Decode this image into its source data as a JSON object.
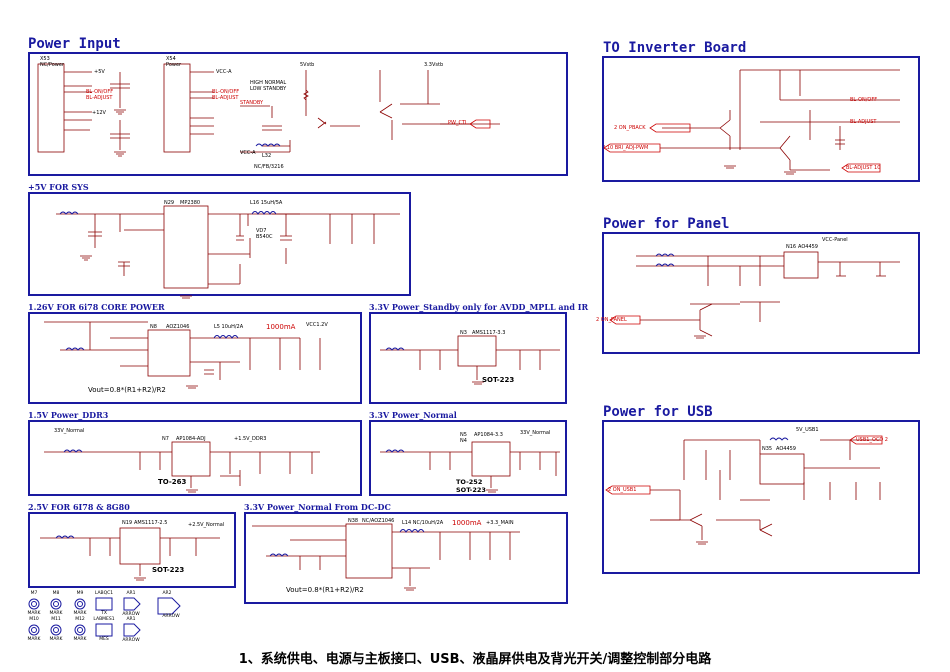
{
  "sections": {
    "power_input": "Power Input",
    "to_inverter": "TO Inverter Board",
    "power_panel": "Power for Panel",
    "power_usb": "Power for USB",
    "sys5v": "+5V FOR SYS",
    "core126": "1.26V FOR 6i78 CORE POWER",
    "standby33": "3.3V Power_Standby only for AVDD_MPLL and IR",
    "ddr15": "1.5V Power_DDR3",
    "normal33": "3.3V Power_Normal",
    "v25": "2.5V FOR 6I78 & 8G80",
    "dcdc33": "3.3V Power_Normal From DC-DC"
  },
  "labels": {
    "x53": "X53\nNC/Power",
    "x54": "X54\nPower",
    "high_normal": "HIGH NORMAL\nLOW STANDBY",
    "standby": "STANDBY",
    "pw_ctl": "PW_CTL",
    "bl_onoff": "BL-ON/OFF",
    "bl_adjust": "BL-ADJUST",
    "v5": "+5V",
    "v12": "+12V",
    "vcca": "VCC-A",
    "v5vstb": "5Vstb",
    "v33vstb": "3.3Vstb",
    "l32": "L32",
    "fb3216": "NC/FB/3216",
    "mp2380": "MP2380",
    "n29": "N29",
    "l16": "L16  15uH/5A",
    "vd7": "VD7\nB540C",
    "aoz1046": "AOZ1046",
    "n8": "N8",
    "l5": "L5  10uH/2A",
    "i1000": "1000mA",
    "vcc12v": "VCC1.2V",
    "vout_eq": "Vout=0.8*(R1+R2)/R2",
    "ams1117_33": "AMS1117-3.3",
    "n3": "N3",
    "sot223": "SOT-223",
    "ap1084": "AP1084-ADJ",
    "n7": "N7",
    "to263": "TO-263",
    "v15ddr": "+1.5V_DDR3",
    "v33normal": "33V_Normal",
    "ap1084_33": "AP1084-3.3",
    "n5n4": "N5\nN4",
    "to252": "TO-252\nSOT-223",
    "ams1117_25": "AMS1117-2.5",
    "n19": "N19",
    "v25normal": "+2.5V_Normal",
    "aoz1046b": "NC/AOZ1046",
    "n38": "N38",
    "l14": "L14  NC/10uH/2A",
    "v33main": "+3.3_MAIN",
    "on_pback": "2  ON_PBACK",
    "bri_adj": "L10  BRI_ADJ-PWM",
    "bl_adjust_10": "BL-ADJUST  10",
    "on_panel": "2  ON_PANEL",
    "vcc_panel": "VCC-Panel",
    "ao4459": "AO4459",
    "n16": "N16",
    "on_usb1": "2  ON_USB1",
    "usb1_ocd": "USB1_OCD 2",
    "v5usb1": "5V_USB1",
    "n35": "N35",
    "ao4459b": "AO4459",
    "mark": "MARK",
    "tx": "TX",
    "mes": "MES",
    "arrow": "ARROW"
  },
  "marks": [
    "M7",
    "M8",
    "M9",
    "M10",
    "M11",
    "M12"
  ],
  "arrows": [
    "AR1",
    "AR2",
    "AR1"
  ],
  "bottom_labels": [
    "LABQC1",
    "LABMES1"
  ],
  "caption": "1、系统供电、电源与主板接口、USB、液晶屏供电及背光开关/调整控制部分电路"
}
